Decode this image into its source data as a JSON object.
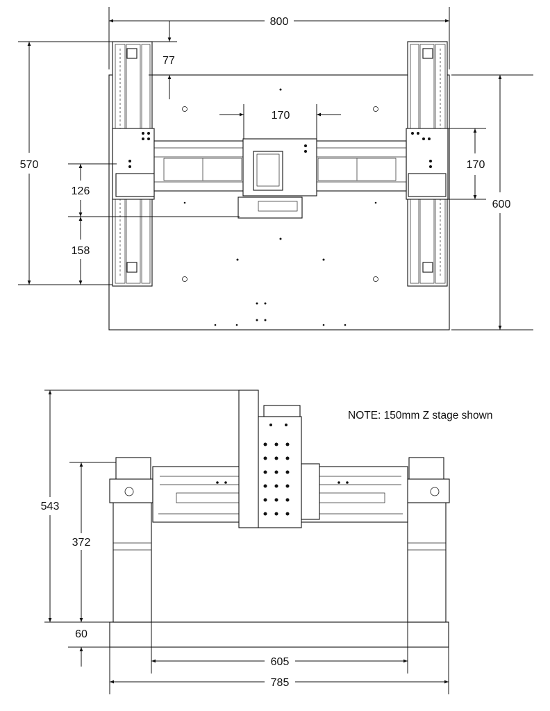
{
  "note": "NOTE: 150mm Z stage shown",
  "top_view": {
    "overall_width": "800",
    "y_travel_offset": "77",
    "x_carriage_width": "170",
    "y_carriage_length": "170",
    "rail_length": "570",
    "base_depth": "600",
    "carriage_height": "126",
    "lower_offset": "158"
  },
  "front_view": {
    "total_height": "543",
    "gantry_height": "372",
    "base_height": "60",
    "inner_width": "605",
    "base_width": "785"
  }
}
